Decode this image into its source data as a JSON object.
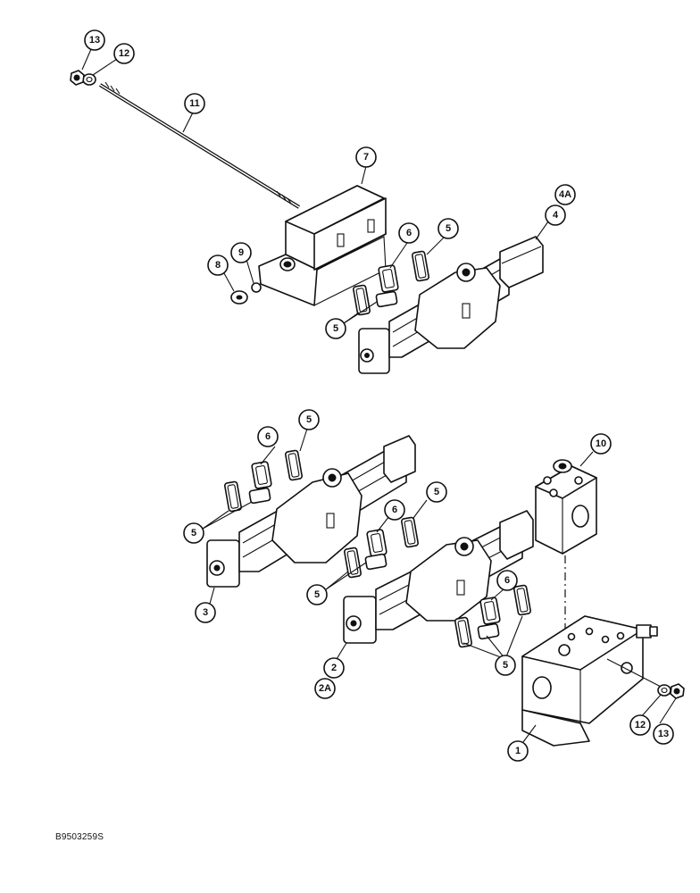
{
  "figure": {
    "reference_code": "B9503259S"
  },
  "callouts": [
    {
      "id": "c-13a",
      "label": "13"
    },
    {
      "id": "c-12a",
      "label": "12"
    },
    {
      "id": "c-11",
      "label": "11"
    },
    {
      "id": "c-7",
      "label": "7"
    },
    {
      "id": "c-4a",
      "label": "4A"
    },
    {
      "id": "c-4",
      "label": "4"
    },
    {
      "id": "c-5a",
      "label": "5"
    },
    {
      "id": "c-6a",
      "label": "6"
    },
    {
      "id": "c-9",
      "label": "9"
    },
    {
      "id": "c-8",
      "label": "8"
    },
    {
      "id": "c-5b",
      "label": "5"
    },
    {
      "id": "c-5c",
      "label": "5"
    },
    {
      "id": "c-6b",
      "label": "6"
    },
    {
      "id": "c-10",
      "label": "10"
    },
    {
      "id": "c-5d",
      "label": "5"
    },
    {
      "id": "c-5e",
      "label": "5"
    },
    {
      "id": "c-6c",
      "label": "6"
    },
    {
      "id": "c-6d",
      "label": "6"
    },
    {
      "id": "c-3",
      "label": "3"
    },
    {
      "id": "c-5f",
      "label": "5"
    },
    {
      "id": "c-5g",
      "label": "5"
    },
    {
      "id": "c-2",
      "label": "2"
    },
    {
      "id": "c-2a",
      "label": "2A"
    },
    {
      "id": "c-12b",
      "label": "12"
    },
    {
      "id": "c-13b",
      "label": "13"
    },
    {
      "id": "c-1",
      "label": "1"
    }
  ]
}
